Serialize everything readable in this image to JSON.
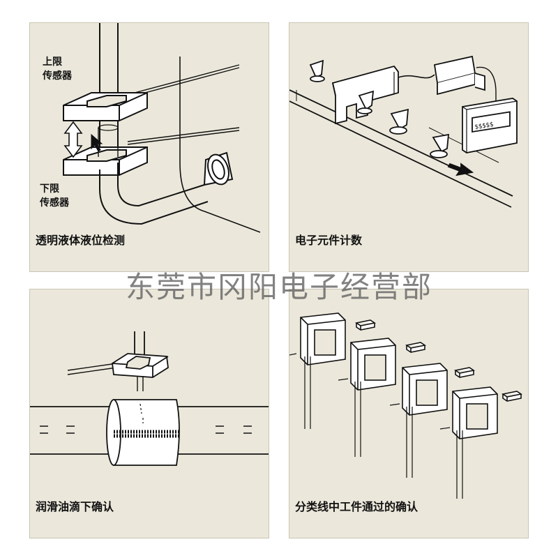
{
  "panels": [
    {
      "caption": "透明液体液位检测",
      "upper_label": [
        "上限",
        "传感器"
      ],
      "lower_label": [
        "下限",
        "传感器"
      ]
    },
    {
      "caption": "电子元件计数",
      "counter_display": "$$$$$"
    },
    {
      "caption": "润滑油滴下确认"
    },
    {
      "caption": "分类线中工件通过的确认"
    }
  ],
  "watermark": "东莞市冈阳电子经营部",
  "colors": {
    "panel_bg": "#ebe8db",
    "line": "#111111",
    "fill": "#ffffff"
  }
}
